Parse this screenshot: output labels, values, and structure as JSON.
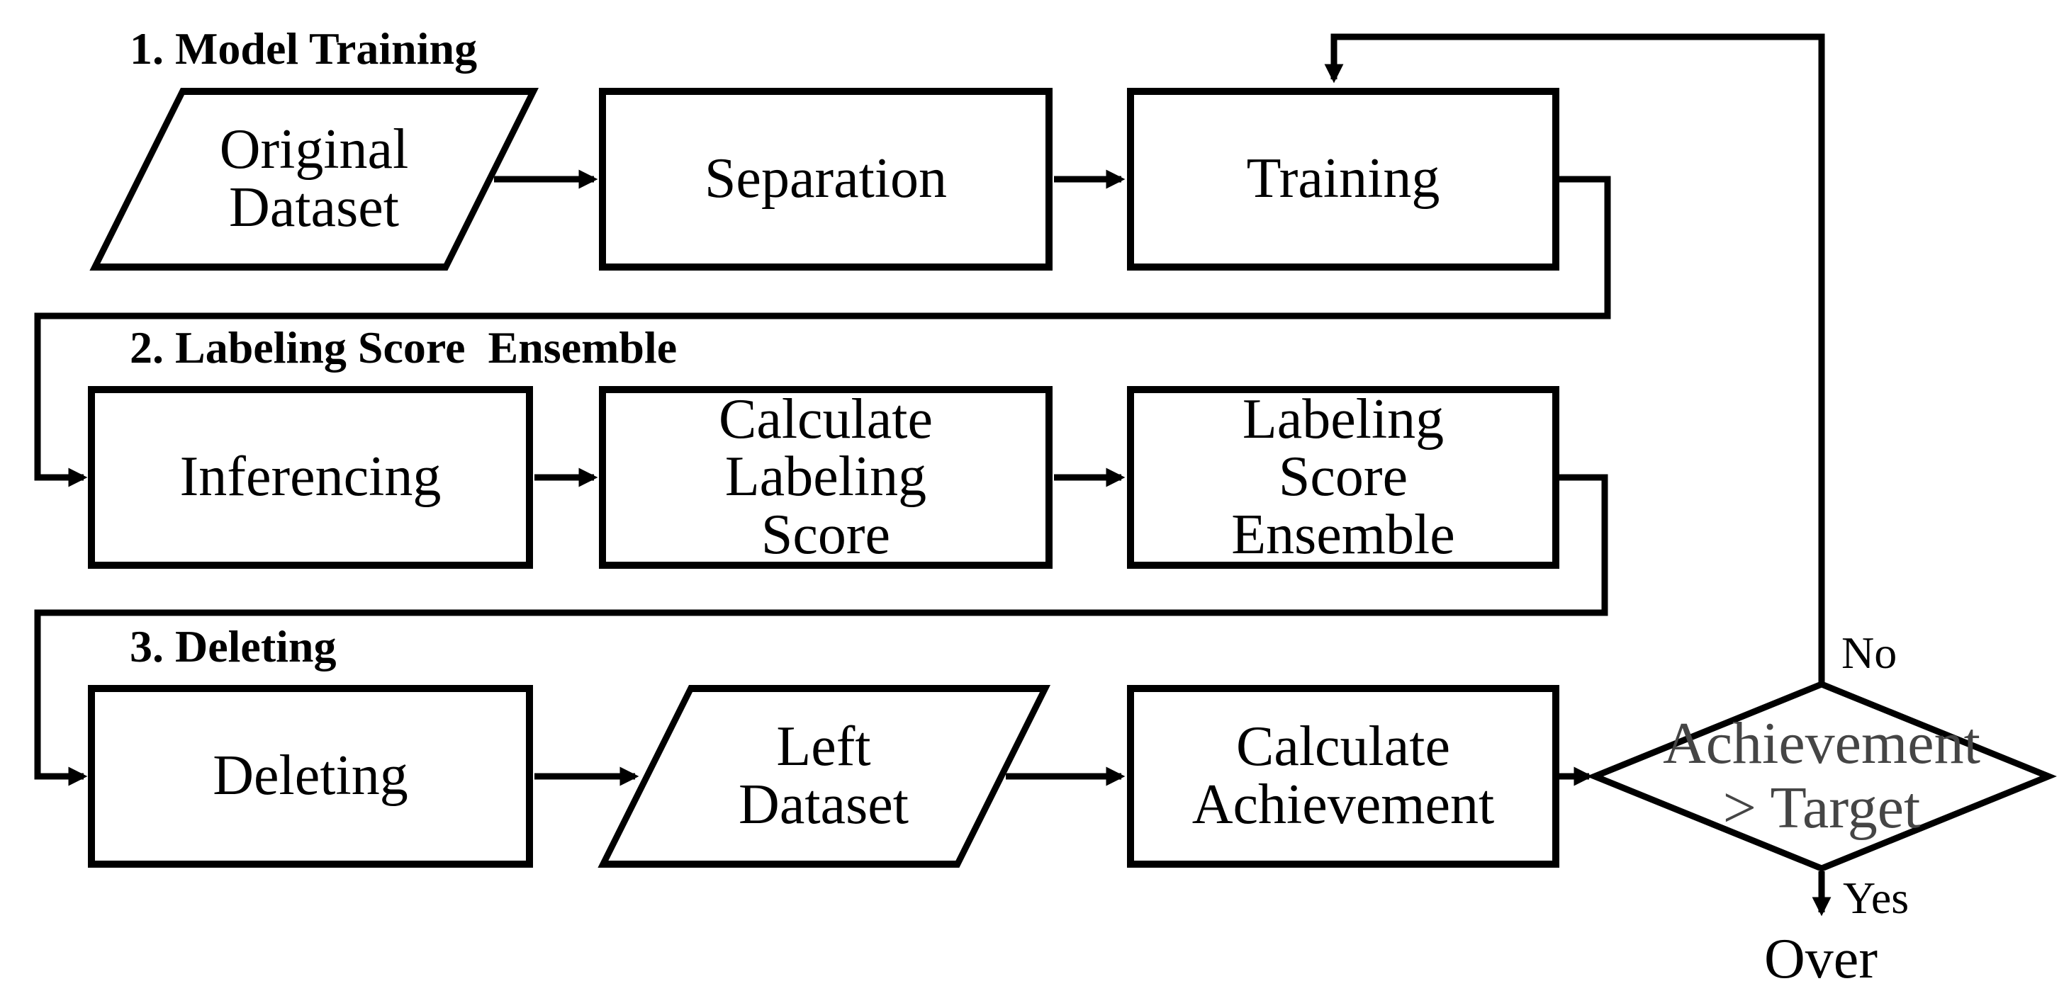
{
  "diagram": {
    "sections": [
      {
        "label": "1. Model Training"
      },
      {
        "label": "2. Labeling Score  Ensemble"
      },
      {
        "label": "3. Deleting"
      }
    ],
    "nodes": {
      "original_dataset": {
        "label": "Original\nDataset",
        "shape": "parallelogram"
      },
      "separation": {
        "label": "Separation",
        "shape": "process"
      },
      "training": {
        "label": "Training",
        "shape": "process"
      },
      "inferencing": {
        "label": "Inferencing",
        "shape": "process"
      },
      "calculate_labeling_score": {
        "label": "Calculate\nLabeling\nScore",
        "shape": "process"
      },
      "labeling_score_ensemble": {
        "label": "Labeling\nScore\nEnsemble",
        "shape": "process"
      },
      "deleting": {
        "label": "Deleting",
        "shape": "process"
      },
      "left_dataset": {
        "label": "Left\nDataset",
        "shape": "parallelogram"
      },
      "calculate_achievement": {
        "label": "Calculate\nAchievement",
        "shape": "process"
      },
      "decision": {
        "label": "Achievement\n> Target",
        "shape": "decision"
      }
    },
    "edge_labels": {
      "no": "No",
      "yes": "Yes",
      "end": "Over"
    },
    "colors": {
      "line": "#000000",
      "text": "#000000",
      "decision_text": "#454545",
      "background": "#ffffff"
    }
  }
}
